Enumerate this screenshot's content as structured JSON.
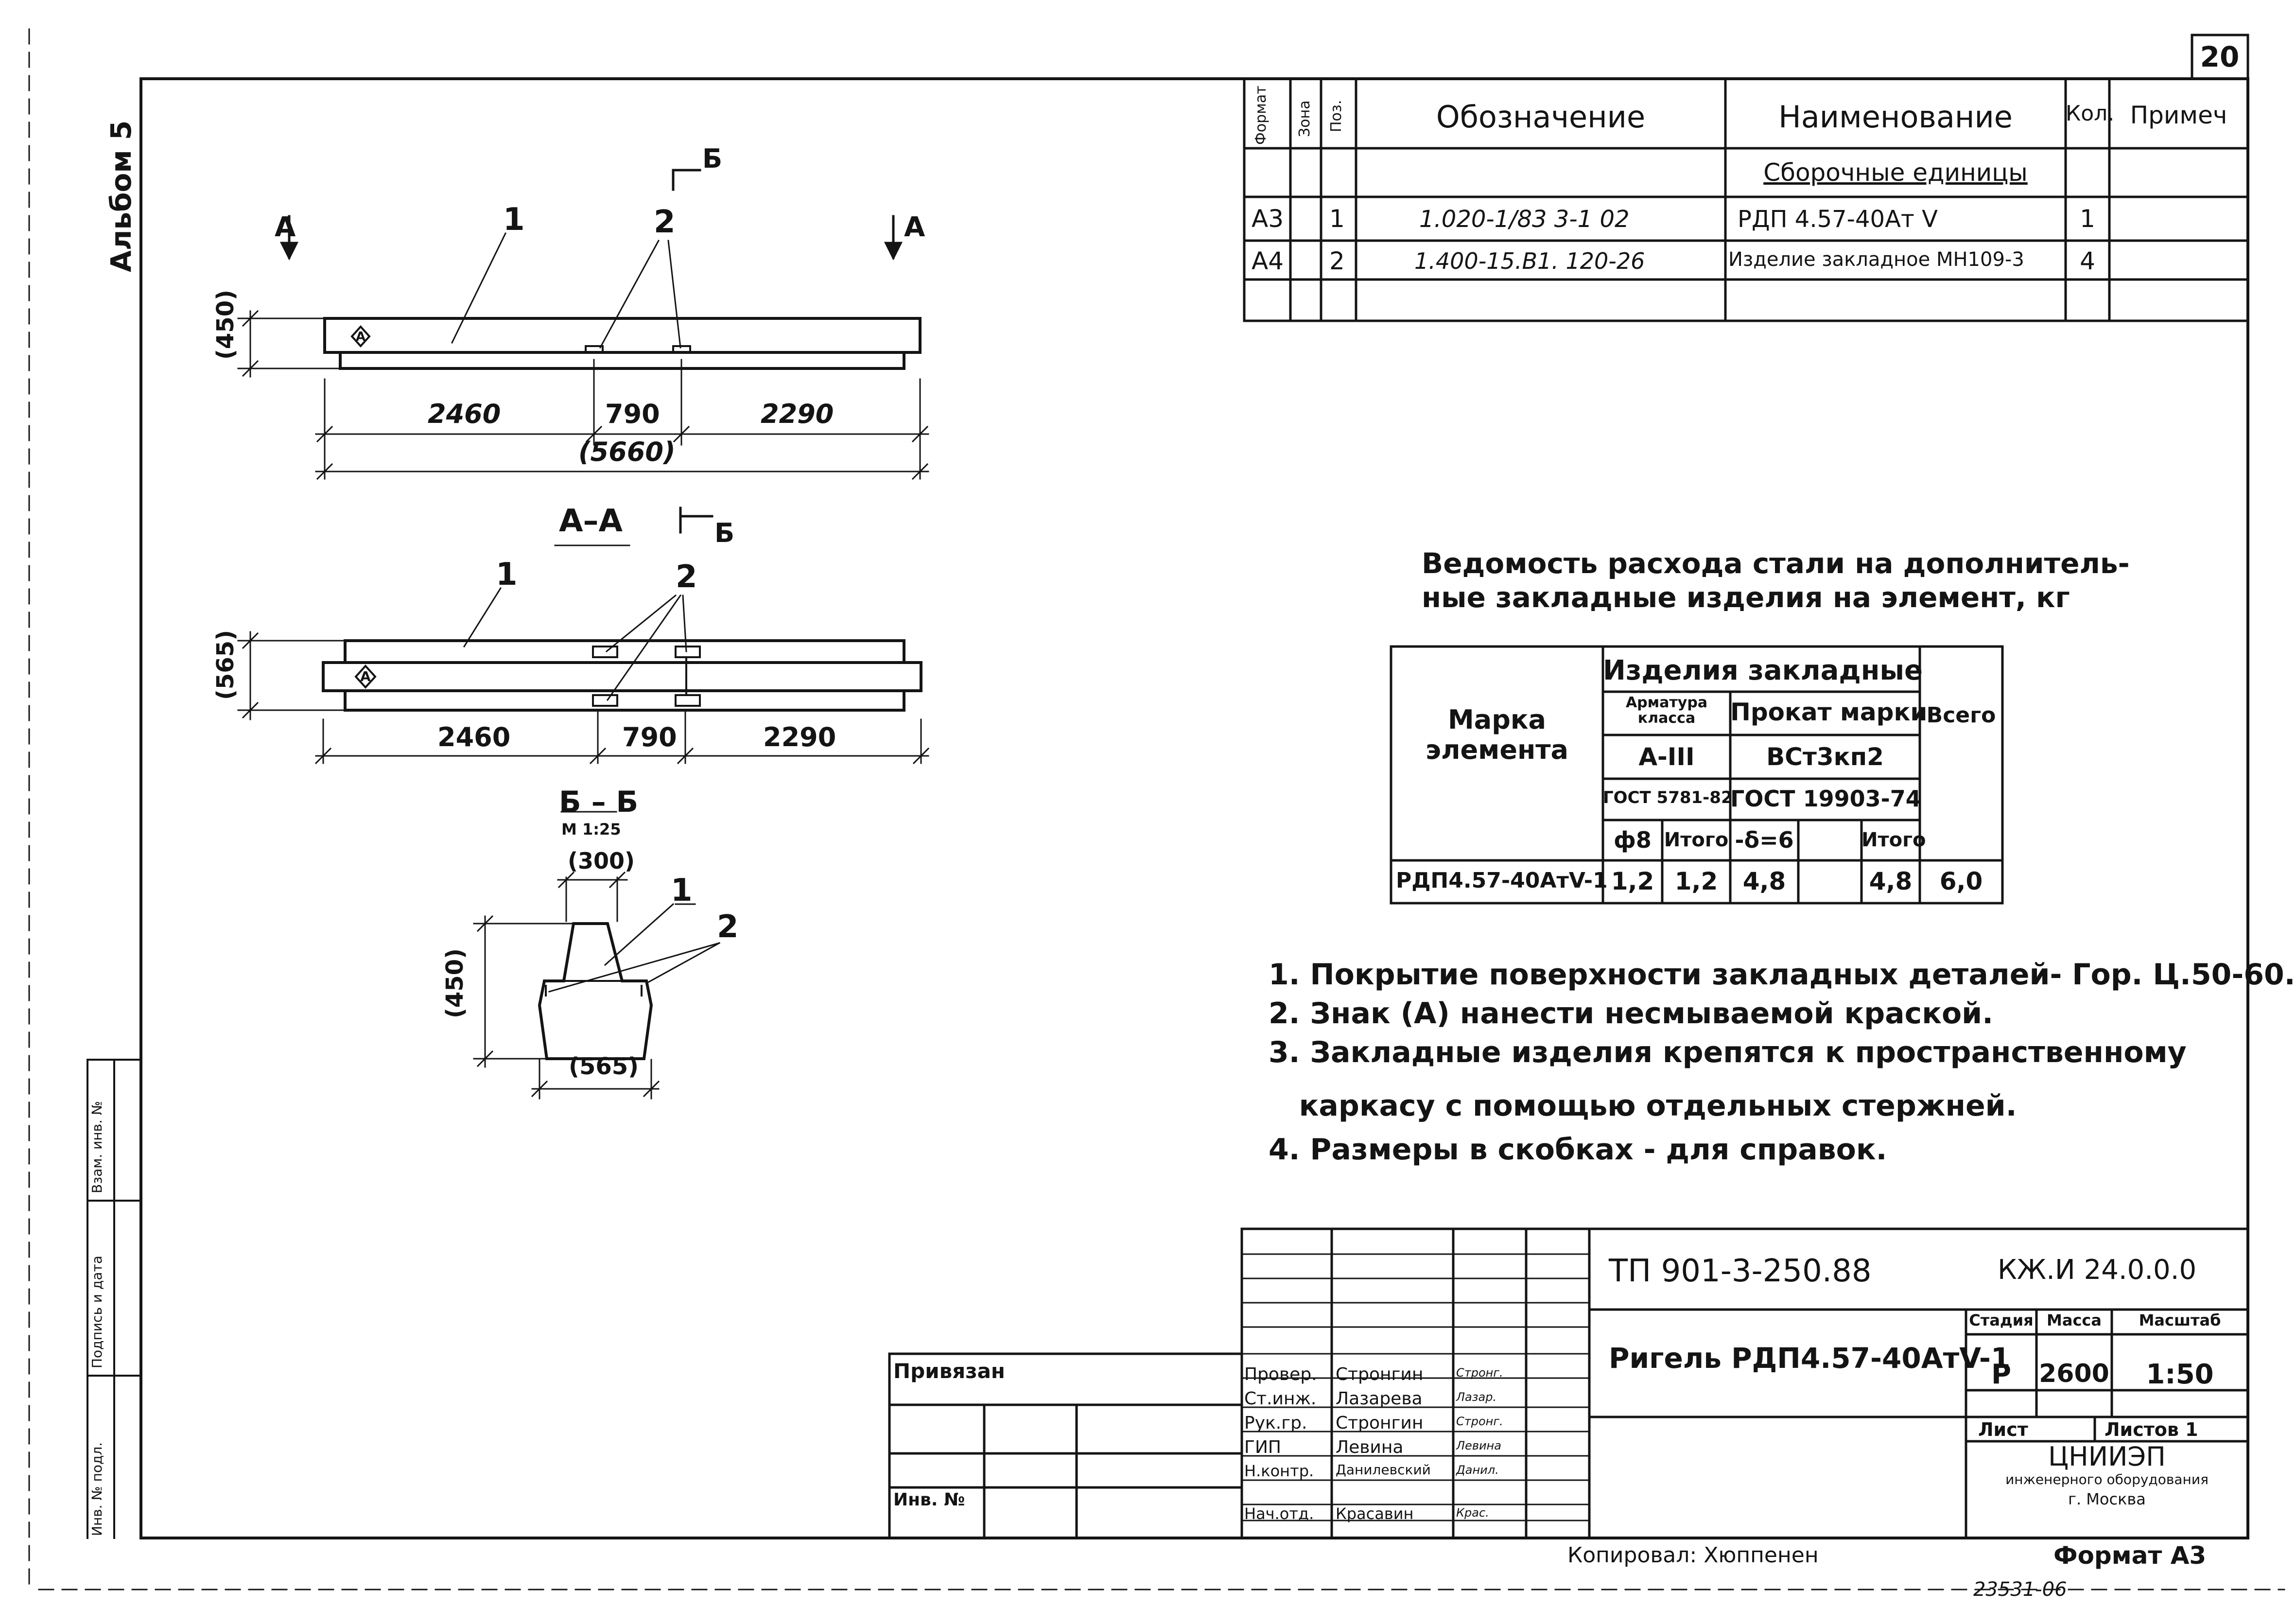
{
  "sheet": {
    "number": "20",
    "album": "Альбом 5",
    "format": "Формат А3",
    "copied_by": "Копировал: Хюппенен",
    "archive_no": "23531-06"
  },
  "left_stamp": {
    "col1": "Инв. № подл.",
    "col2": "Подпись и дата",
    "col3": "Взам. инв. №"
  },
  "spec": {
    "headers": {
      "format": "Формат",
      "zone": "Зона",
      "pos": "Поз.",
      "designation": "Обозначение",
      "name": "Наименование",
      "qty": "Кол.",
      "note": "Примеч"
    },
    "section": "Сборочные единицы",
    "rows": [
      {
        "format": "А3",
        "pos": "1",
        "designation": "1.020-1/83  3-1  02",
        "name": "РДП 4.57-40Ат V",
        "qty": "1"
      },
      {
        "format": "А4",
        "pos": "2",
        "designation": "1.400-15.В1.  120-26",
        "name": "Изделие закладное МН109-3",
        "qty": "4"
      }
    ]
  },
  "drawing": {
    "view_labels": {
      "a_left": "А",
      "a_right": "А",
      "b_top": "Б",
      "b_mid": "Б",
      "section_aa": "А–А",
      "section_bb": "Б – Б",
      "bb_scale": "М 1:25"
    },
    "callouts": {
      "c1": "1",
      "c2": "2",
      "c3": "1",
      "c4": "2",
      "c5": "1",
      "c6": "2"
    },
    "mark": "А",
    "dims": {
      "h1": "(450)",
      "d1": "2460",
      "d2": "790",
      "d3": "2290",
      "total": "(5660)",
      "h2": "(565)",
      "d4": "2460",
      "d5": "790",
      "d6": "2290",
      "top_w": "(300)",
      "sec_h": "(450)",
      "bot_w": "(565)"
    }
  },
  "steel": {
    "title_line1": "Ведомость расхода стали на дополнитель-",
    "title_line2": "ные закладные изделия на элемент, кг",
    "mark_header": "Марка элемента",
    "group": "Изделия закладные",
    "rebar_class": "Арматура класса",
    "rebar_grade": "А-III",
    "rebar_gost": "ГОСТ 5781-82",
    "rolled_mark": "Прокат марки",
    "rolled_grade": "ВСт3кп2",
    "rolled_gost": "ГОСТ 19903-74",
    "total_header": "Всего",
    "sub": {
      "d8": "ф8",
      "itogo1": "Итого",
      "delta": "-δ=6",
      "empty": "",
      "itogo2": "Итого"
    },
    "row": {
      "mark": "РДП4.57-40АтV-1",
      "d8": "1,2",
      "itogo1": "1,2",
      "delta": "4,8",
      "empty": "",
      "itogo2": "4,8",
      "total": "6,0"
    }
  },
  "notes": [
    "1. Покрытие поверхности закладных деталей- Гор. Ц.50-60.",
    "2. Знак (А) нанести несмываемой краской.",
    "3. Закладные изделия крепятся к пространственному",
    "   каркасу с помощью отдельных стержней.",
    "4. Размеры в скобках - для справок."
  ],
  "title_block": {
    "project": "ТП 901-3-250.88",
    "code": "КЖ.И 24.0.0.0",
    "element": "Ригель РДП4.57-40АтV-1",
    "stage_h": "Стадия",
    "mass_h": "Масса",
    "scale_h": "Масштаб",
    "stage": "Р",
    "mass": "2600",
    "scale": "1:50",
    "sheet_h": "Лист",
    "sheets_h": "Листов 1",
    "org1": "ЦНИИЭП",
    "org2": "инженерного оборудования",
    "org3": "г. Москва",
    "bound": "Привязан",
    "inv": "Инв. №",
    "staff": [
      {
        "role": "Провер.",
        "name": "Стронгин",
        "sign": "Стронг.",
        "date": ""
      },
      {
        "role": "Ст.инж.",
        "name": "Лазарева",
        "sign": "Лазар.",
        "date": ""
      },
      {
        "role": "Рук.гр.",
        "name": "Стронгин",
        "sign": "Стронг.",
        "date": ""
      },
      {
        "role": "ГИП",
        "name": "Левина",
        "sign": "Левина",
        "date": ""
      },
      {
        "role": "Н.контр.",
        "name": "Данилевский",
        "sign": "Данил.",
        "date": ""
      },
      {
        "role": "Нач.отд.",
        "name": "Красавин",
        "sign": "Крас.",
        "date": ""
      }
    ]
  },
  "colors": {
    "ink": "#141414",
    "paper": "#ffffff"
  }
}
